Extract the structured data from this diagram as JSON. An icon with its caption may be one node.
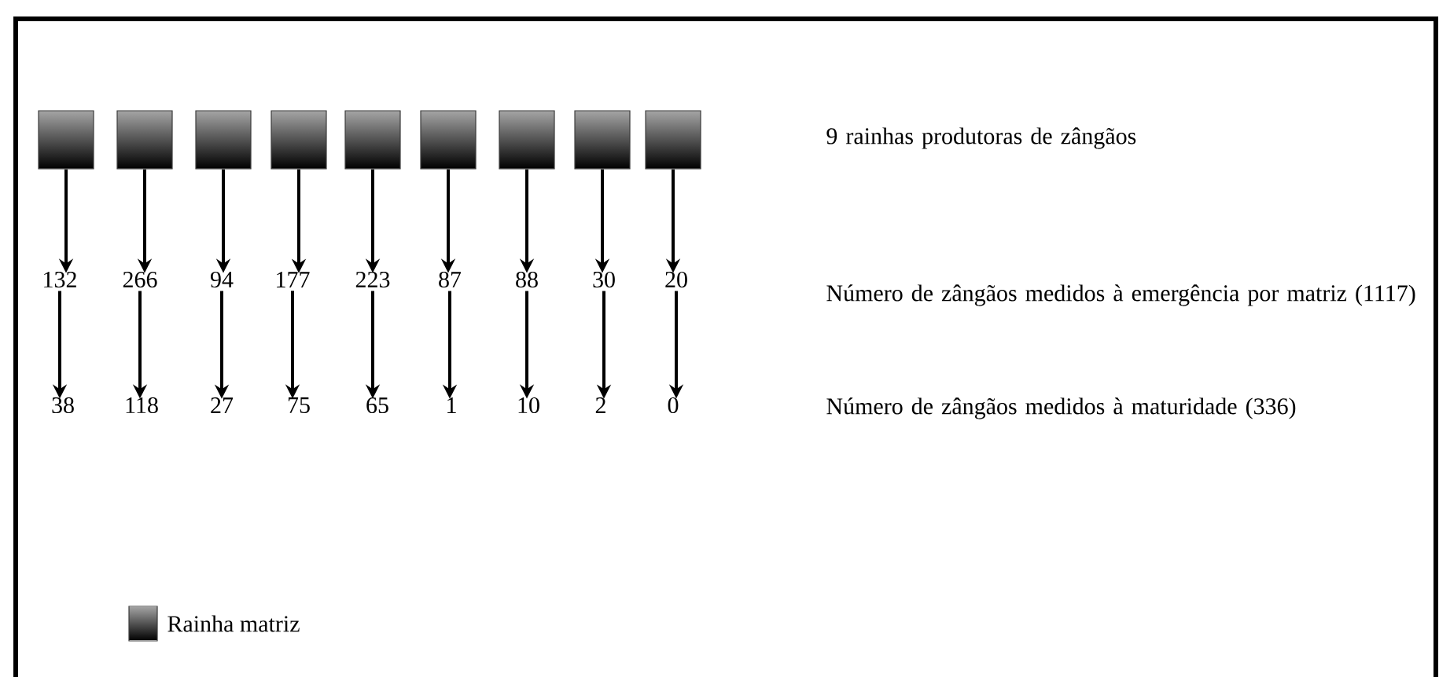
{
  "diagram": {
    "nodes": [
      {
        "text": [],
        "shape": "box"
      },
      {
        "text": [],
        "shape": "box"
      },
      {
        "text": [],
        "shape": "box"
      },
      {
        "text": [],
        "shape": "box"
      },
      {
        "text": [],
        "shape": "box"
      },
      {
        "text": [],
        "shape": "box"
      },
      {
        "text": [],
        "shape": "box"
      },
      {
        "text": [],
        "shape": "box"
      },
      {
        "text": [],
        "shape": "box"
      },
      {
        "text": [
          "132"
        ]
      },
      {
        "text": [
          "266"
        ]
      },
      {
        "text": [
          "94"
        ]
      },
      {
        "text": [
          "177"
        ]
      },
      {
        "text": [
          "223"
        ]
      },
      {
        "text": [
          "87"
        ]
      },
      {
        "text": [
          "88"
        ]
      },
      {
        "text": [
          "30"
        ]
      },
      {
        "text": [
          "20"
        ]
      },
      {
        "text": [
          "38"
        ]
      },
      {
        "text": [
          "118"
        ]
      },
      {
        "text": [
          "27"
        ]
      },
      {
        "text": [
          "75"
        ]
      },
      {
        "text": [
          "65"
        ]
      },
      {
        "text": [
          "1"
        ]
      },
      {
        "text": [
          "10"
        ]
      },
      {
        "text": [
          "2"
        ]
      },
      {
        "text": [
          "0"
        ]
      }
    ],
    "edges": [
      {
        "from": 0,
        "to": 9,
        "arrow": "to"
      },
      {
        "from": 1,
        "to": 10,
        "arrow": "to"
      },
      {
        "from": 2,
        "to": 11,
        "arrow": "to"
      },
      {
        "from": 3,
        "to": 12,
        "arrow": "to"
      },
      {
        "from": 4,
        "to": 13,
        "arrow": "to"
      },
      {
        "from": 5,
        "to": 14,
        "arrow": "to"
      },
      {
        "from": 6,
        "to": 15,
        "arrow": "to"
      },
      {
        "from": 7,
        "to": 16,
        "arrow": "to"
      },
      {
        "from": 8,
        "to": 17,
        "arrow": "to"
      },
      {
        "from": 9,
        "to": 18,
        "arrow": "to"
      },
      {
        "from": 10,
        "to": 19,
        "arrow": "to"
      },
      {
        "from": 11,
        "to": 20,
        "arrow": "to"
      },
      {
        "from": 12,
        "to": 21,
        "arrow": "to"
      },
      {
        "from": 13,
        "to": 22,
        "arrow": "to"
      },
      {
        "from": 14,
        "to": 23,
        "arrow": "to"
      },
      {
        "from": 15,
        "to": 24,
        "arrow": "to"
      },
      {
        "from": 16,
        "to": 25,
        "arrow": "to"
      },
      {
        "from": 17,
        "to": 26,
        "arrow": "to"
      }
    ],
    "labels": [
      "9 rainhas produtoras de zângãos",
      "Número de zângãos medidos à emergência por matriz (1117)",
      "Número de zângãos medidos à maturidade (336)"
    ],
    "legend": [
      {
        "text": "Rainha matriz"
      }
    ]
  }
}
